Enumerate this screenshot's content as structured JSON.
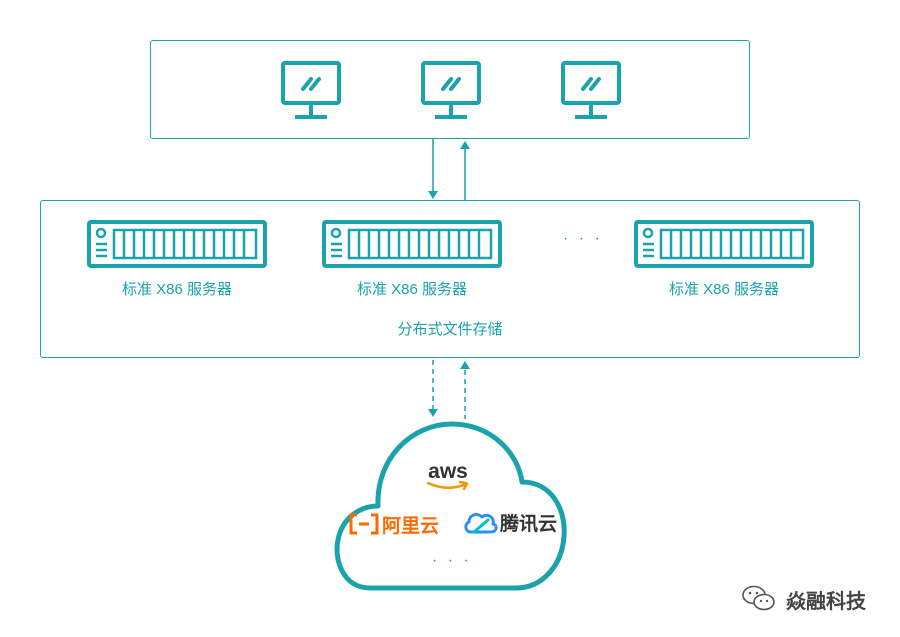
{
  "diagram": {
    "server_label": "标准 X86 服务器",
    "servers": [
      {
        "label": "标准 X86 服务器"
      },
      {
        "label": "标准 X86 服务器"
      },
      {
        "label": "标准 X86 服务器"
      }
    ],
    "server_ellipsis": "· · ·",
    "storage_title": "分布式文件存储",
    "cloud": {
      "providers": [
        "aws",
        "阿里云",
        "腾讯云"
      ],
      "ellipsis": "· · ·"
    },
    "watermark": "焱融科技",
    "colors": {
      "accent": "#1aa3ad",
      "aws_arrow": "#f79400",
      "aliyun": "#ff6a00",
      "tencent_blue": "#2a8ff7",
      "tencent_teal": "#00c0c8"
    }
  }
}
